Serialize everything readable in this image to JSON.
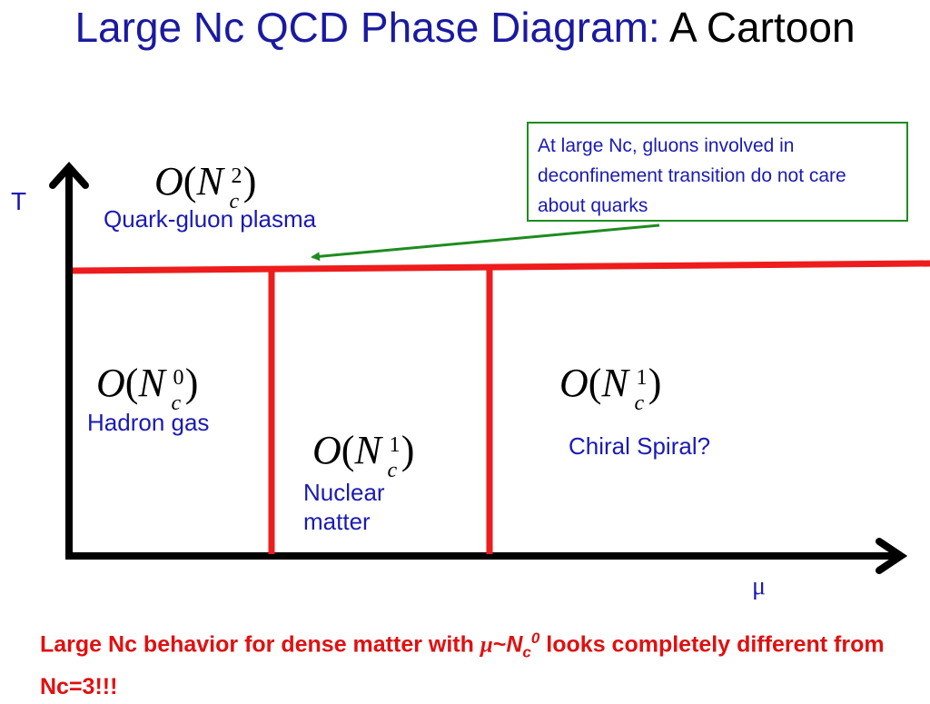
{
  "title": {
    "part1": "Large Nc QCD Phase Diagram: ",
    "part2": "A Cartoon"
  },
  "axes": {
    "y_label": "T",
    "x_label": "μ"
  },
  "regions": [
    {
      "id": "qgp",
      "order": "2",
      "label": "Quark-gluon plasma"
    },
    {
      "id": "hadron",
      "order": "0",
      "label": "Hadron gas"
    },
    {
      "id": "nuclear",
      "order": "1",
      "label": "Nuclear matter"
    },
    {
      "id": "chiral",
      "order": "1",
      "label": "Chiral Spiral?"
    }
  ],
  "order_symbol": {
    "O": "O",
    "N": "N",
    "c": "c"
  },
  "note": "At large Nc, gluons involved in deconfinement transition do not care about quarks",
  "bottom": {
    "before": "Large Nc behavior for dense matter with ",
    "mu": "μ",
    "tilde": "~",
    "N": "N",
    "c": "c",
    "exp": "0",
    "after": " looks completely different from Nc=3!!!"
  },
  "colors": {
    "title": "#1a1aa0",
    "label": "#1a1ab4",
    "line": "#ee1c1c",
    "note_border": "#1e8c1e",
    "bottom": "#e01010"
  }
}
